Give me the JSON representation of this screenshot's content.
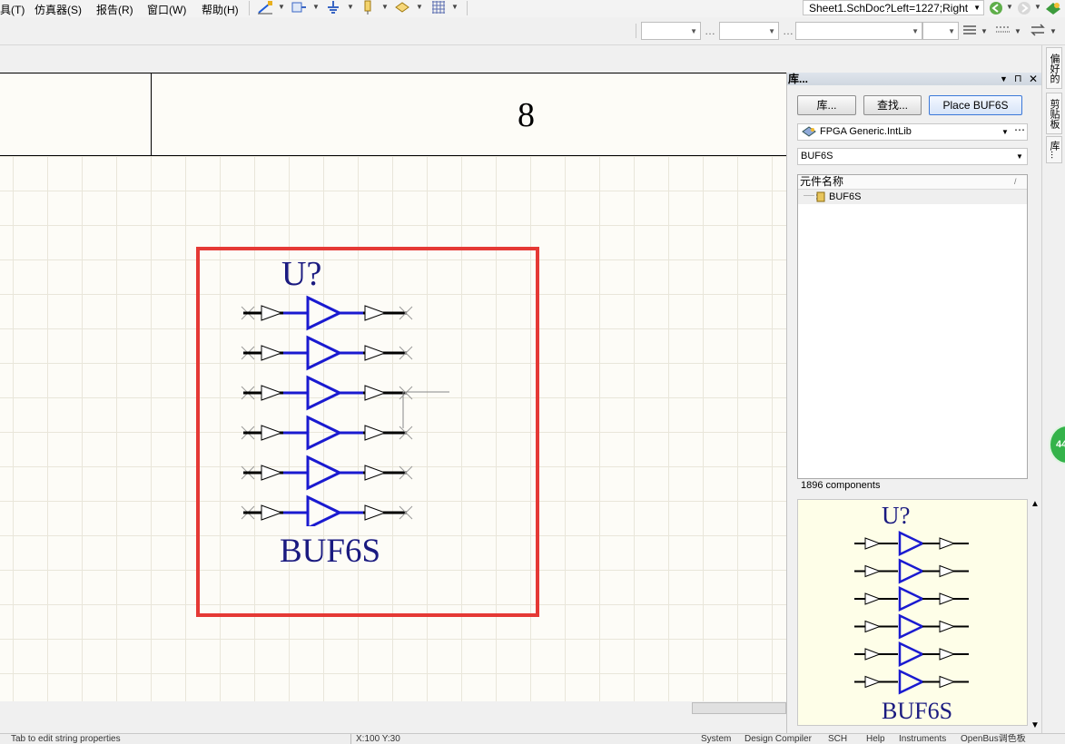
{
  "menu": {
    "items": [
      "具(T)",
      "仿真器(S)",
      "报告(R)",
      "窗口(W)",
      "帮助(H)"
    ]
  },
  "toolbar": {
    "icons": [
      "wire-tool-icon",
      "bus-tool-icon",
      "ground-power-icon",
      "part-icon",
      "port-icon",
      "grid-icon"
    ],
    "document_path": "Sheet1.SchDoc?Left=1227;Right",
    "nav_back": "back-icon",
    "nav_forward": "forward-icon"
  },
  "toolbar2": {
    "combos": [
      "",
      "",
      "",
      ""
    ]
  },
  "canvas": {
    "zone_label": "8",
    "symbol": {
      "designator": "U?",
      "comment": "BUF6S",
      "buffer_count": 6
    }
  },
  "library_panel": {
    "title": "库...",
    "buttons": {
      "libraries": "库...",
      "search": "查找...",
      "place": "Place BUF6S"
    },
    "selected_library": "FPGA Generic.IntLib",
    "filter": "BUF6S",
    "list_header": "元件名称",
    "list_items": [
      "BUF6S"
    ],
    "component_count": "1896 components",
    "preview": {
      "designator": "U?",
      "comment": "BUF6S"
    }
  },
  "side_tabs": [
    "偏好的",
    "剪贴板",
    "库..."
  ],
  "floating_badge": "44",
  "status": {
    "left": "Tab to edit string properties",
    "coords": "X:100 Y:30",
    "right_tabs": [
      "System",
      "Design Compiler",
      "SCH",
      "Help",
      "Instruments",
      "OpenBus调色板"
    ]
  },
  "colors": {
    "symbol_blue": "#1a1a80",
    "buffer_blue": "#1a1ad0",
    "highlight_red": "#e53935",
    "canvas_bg": "#fdfcf7"
  }
}
